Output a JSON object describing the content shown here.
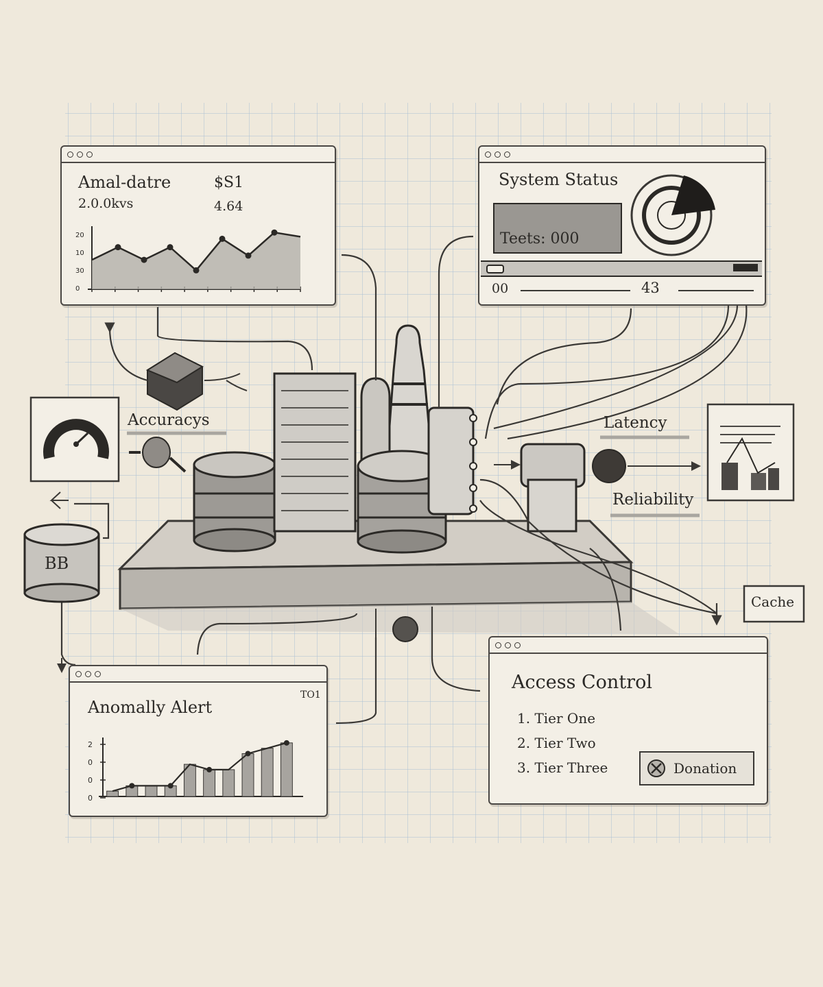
{
  "panels": {
    "amal": {
      "title": "Amal-datre",
      "subtitle": "2.0.0kvs",
      "price": "$S1",
      "value": "4.64",
      "y_ticks": [
        "20",
        "10",
        "30",
        "0"
      ],
      "chart_data": {
        "type": "area",
        "x": [
          0,
          1,
          2,
          3,
          4,
          5,
          6,
          7,
          8
        ],
        "values": [
          14,
          20,
          14,
          20,
          9,
          24,
          16,
          27,
          25
        ],
        "series_markers": [
          20,
          14,
          20,
          9,
          24,
          16,
          27
        ]
      }
    },
    "system_status": {
      "title": "System Status",
      "tests_label": "Teets: 000",
      "progress_start": "00",
      "progress_end": "43",
      "pie_note": "black slice"
    },
    "anomaly": {
      "title": "Anomally Alert",
      "corner_label": "TO1",
      "y_ticks": [
        "2",
        "0",
        "0",
        "0"
      ],
      "chart_data": {
        "type": "bar",
        "values": [
          1,
          2,
          2,
          2,
          6,
          5,
          5,
          8,
          9,
          10
        ]
      }
    },
    "access": {
      "title": "Access Control",
      "tiers": [
        "1. Tier One",
        "2. Tier Two",
        "3. Tier Three"
      ],
      "button_label": "Donation"
    }
  },
  "labels": {
    "accuracy": "Accuracys",
    "latency": "Latency",
    "reliability": "Reliability",
    "cache": "Cache",
    "db": "BB"
  }
}
